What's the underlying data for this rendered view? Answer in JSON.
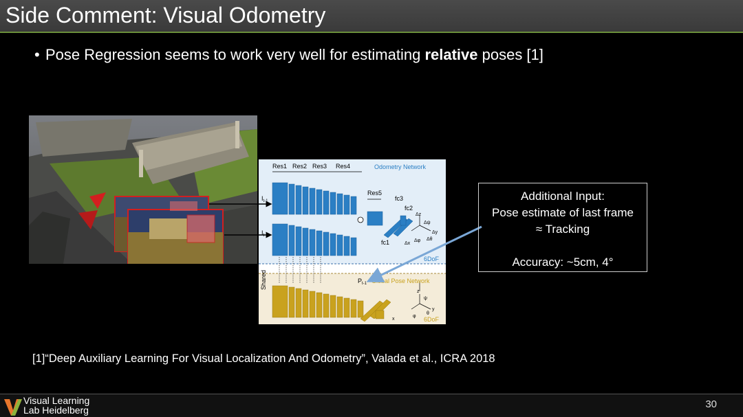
{
  "title": "Side Comment: Visual Odometry",
  "bullet": {
    "before": "Pose Regression seems to work very well for estimating ",
    "bold": "relative",
    "after": " poses [1]"
  },
  "network": {
    "res1": "Res1",
    "res2": "Res2",
    "res3": "Res3",
    "res4": "Res4",
    "res5": "Res5",
    "odometry_title": "Odometry Network",
    "global_title": "Global Pose Network",
    "fc1": "fc1",
    "fc2": "fc2",
    "fc3": "fc3",
    "input_prev": "I",
    "input_prev_sub": "t-1",
    "input_cur": "I",
    "input_cur_sub": "t",
    "shared": "Shared",
    "pose_prev": "P",
    "pose_prev_sub": "t-1",
    "dof_top": "6DoF",
    "dof_bottom": "6DoF",
    "axes_top": [
      "Δz",
      "Δψ",
      "Δy",
      "Δθ",
      "Δφ",
      "Δx"
    ],
    "axes_bottom": [
      "z",
      "ψ",
      "y",
      "θ",
      "φ",
      "x"
    ]
  },
  "infobox": {
    "line1": "Additional Input:",
    "line2": "Pose estimate of last frame",
    "line3": "≈ Tracking",
    "line4": "Accuracy: ~5cm, 4°"
  },
  "reference": "[1]“Deep Auxiliary Learning For Visual Localization And Odometry”, Valada et al., ICRA 2018",
  "logo": {
    "line1": "Visual Learning",
    "line2": "Lab Heidelberg"
  },
  "page_number": "30",
  "colors": {
    "accent_green": "#6b8f3a",
    "blue_block": "#2b7fc4",
    "gold_block": "#c9a21e",
    "arrow": "#7aa7d6"
  }
}
